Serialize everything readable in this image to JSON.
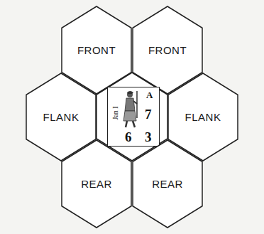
{
  "diagram": {
    "nodes": [
      {
        "text": [
          "FRONT"
        ]
      },
      {
        "text": [
          "FRONT"
        ]
      },
      {
        "text": [
          "FLANK"
        ]
      },
      {
        "text": [
          "A",
          "7",
          "6",
          "3",
          "Jan I"
        ]
      },
      {
        "text": [
          "FLANK"
        ]
      },
      {
        "text": [
          "REAR"
        ]
      },
      {
        "text": [
          "REAR"
        ]
      }
    ]
  }
}
